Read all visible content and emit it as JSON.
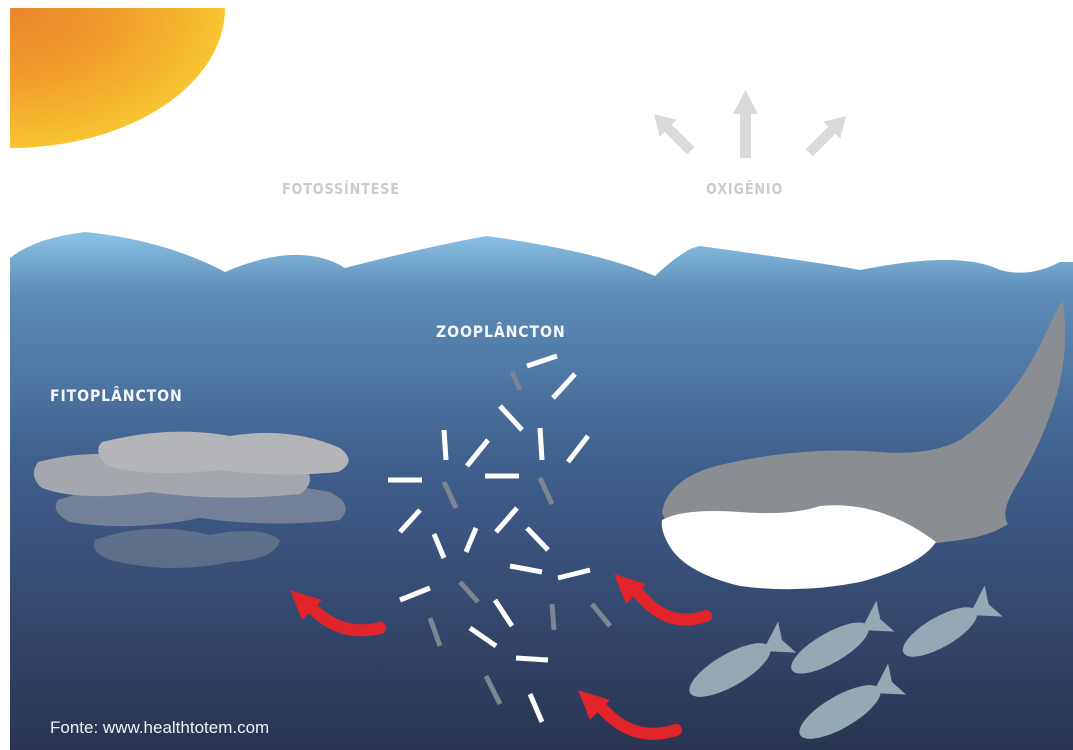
{
  "labels": {
    "photosynthesis": "FOTOSSÍNTESE",
    "oxygen": "OXIGÊNIO",
    "zooplankton": "ZOOPLÂNCTON",
    "phytoplankton": "FITOPLÂNCTON"
  },
  "source": "Fonte:  www.healthtotem.com",
  "colors": {
    "sky": "#ffffff",
    "sun_inner": "#f7c12e",
    "sun_outer": "#e98a2b",
    "water_top": "#8cc3e5",
    "water_bottom": "#2b3553",
    "whale": "#8a8e93",
    "whale_belly": "#ffffff",
    "fish": "#93a9b4",
    "arrow_red": "#e0242a",
    "oxygen_arrow": "#d8dadc"
  },
  "icons": {
    "sun": "sun-icon",
    "oxygen_arrows": "arrow-up-icon",
    "whale": "whale-icon",
    "fish": "fish-icon",
    "current_arrows": "curved-arrow-icon"
  }
}
